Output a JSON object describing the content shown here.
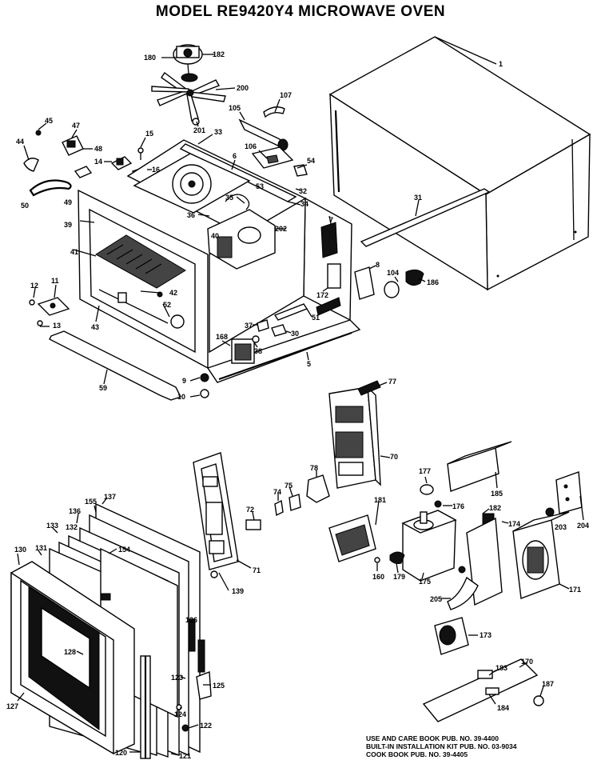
{
  "title": "MODEL RE9420Y4  MICROWAVE OVEN",
  "labels": {
    "p1": "1",
    "p180": "180",
    "p182": "182",
    "p200": "200",
    "p201": "201",
    "p107": "107",
    "p105": "105",
    "p106": "106",
    "p45": "45",
    "p47": "47",
    "p44": "44",
    "p48": "48",
    "p15": "15",
    "p14": "14",
    "p16": "16",
    "p33": "33",
    "p6": "6",
    "p50": "50",
    "p49": "49",
    "p53": "53",
    "p54": "54",
    "p32": "32",
    "p31": "31",
    "p34": "34",
    "p35": "35",
    "p39": "39",
    "p36": "36",
    "p7": "7",
    "p202": "202",
    "p40": "40",
    "p41": "41",
    "p12": "12",
    "p11": "11",
    "p43": "43",
    "p52": "52",
    "p13": "13",
    "p42": "42",
    "p8": "8",
    "p104": "104",
    "p186": "186",
    "p172": "172",
    "p51": "51",
    "p37": "37",
    "p30": "30",
    "p38": "38",
    "p168": "168",
    "p5": "5",
    "p59": "59",
    "p9": "9",
    "p10": "10",
    "p77": "77",
    "p70": "70",
    "p177": "177",
    "p185": "185",
    "p204": "204",
    "p74": "74",
    "p75": "75",
    "p78": "78",
    "p72": "72",
    "p176": "176",
    "p181": "181",
    "p182b": "182",
    "p203": "203",
    "p137": "137",
    "p155": "155",
    "p136": "136",
    "p133": "133",
    "p132": "132",
    "p131": "131",
    "p130": "130",
    "p154": "154",
    "p71": "71",
    "p139": "139",
    "p160": "160",
    "p179": "179",
    "p175": "175",
    "p174": "174",
    "p171": "171",
    "p205": "205",
    "p128": "128",
    "p126": "126",
    "p173": "173",
    "p123": "123",
    "p125": "125",
    "p170": "170",
    "p183": "183",
    "p187": "187",
    "p127": "127",
    "p124": "124",
    "p184": "184",
    "p122": "122",
    "p120": "120",
    "p121": "121"
  },
  "publications": {
    "line1": "USE AND CARE BOOK PUB. NO. 39-4400",
    "line2": "BUILT-IN INSTALLATION KIT PUB. NO. 03-9034",
    "line3": "COOK BOOK PUB. NO. 39-4405"
  }
}
